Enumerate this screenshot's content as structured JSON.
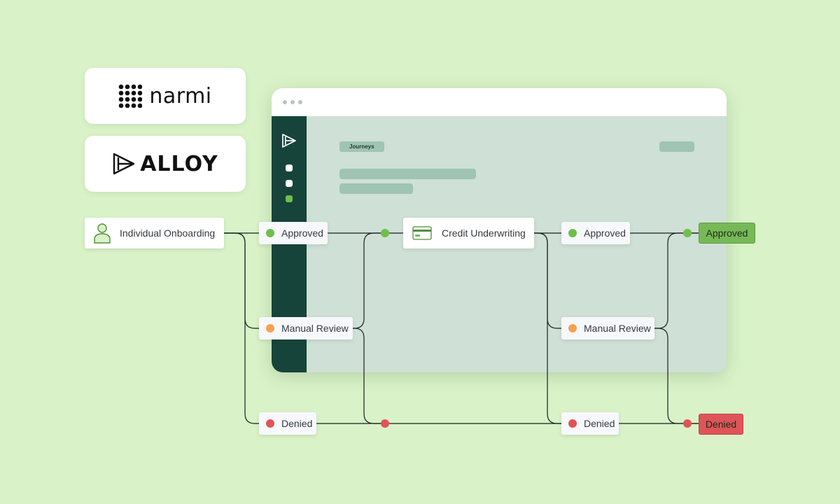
{
  "logos": {
    "narmi": "narmi",
    "alloy": "ALLOY"
  },
  "window": {
    "tag": "Journeys"
  },
  "flow": {
    "start": "Individual Onboarding",
    "step1": {
      "approved": "Approved",
      "review": "Manual Review",
      "denied": "Denied"
    },
    "middle": "Credit Underwriting",
    "step2": {
      "approved": "Approved",
      "review": "Manual Review",
      "denied": "Denied"
    },
    "outcome": {
      "approved": "Approved",
      "denied": "Denied"
    }
  },
  "colors": {
    "approved": "#6fbf4a",
    "review": "#f5a14f",
    "denied": "#e05457",
    "sidebar": "#17443a",
    "background": "#d9f2c8"
  },
  "icons": [
    "person-icon",
    "credit-card-icon",
    "alloy-logo-icon",
    "narmi-grid-icon"
  ]
}
